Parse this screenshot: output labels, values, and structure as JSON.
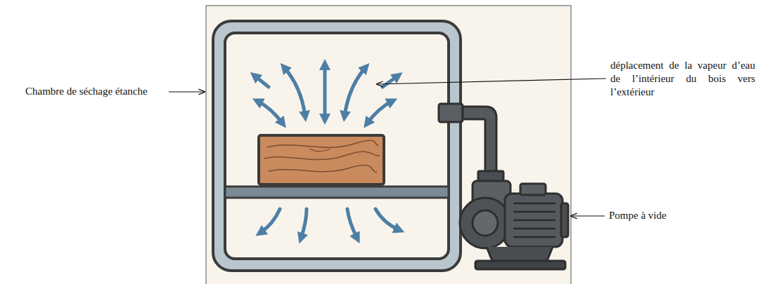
{
  "diagram": {
    "labels": [
      "Chambre de séchage étanche",
      "déplacement de la vapeur d’eau de l’intérieur du bois vers l’extérieur",
      "Pompe à vide"
    ]
  }
}
